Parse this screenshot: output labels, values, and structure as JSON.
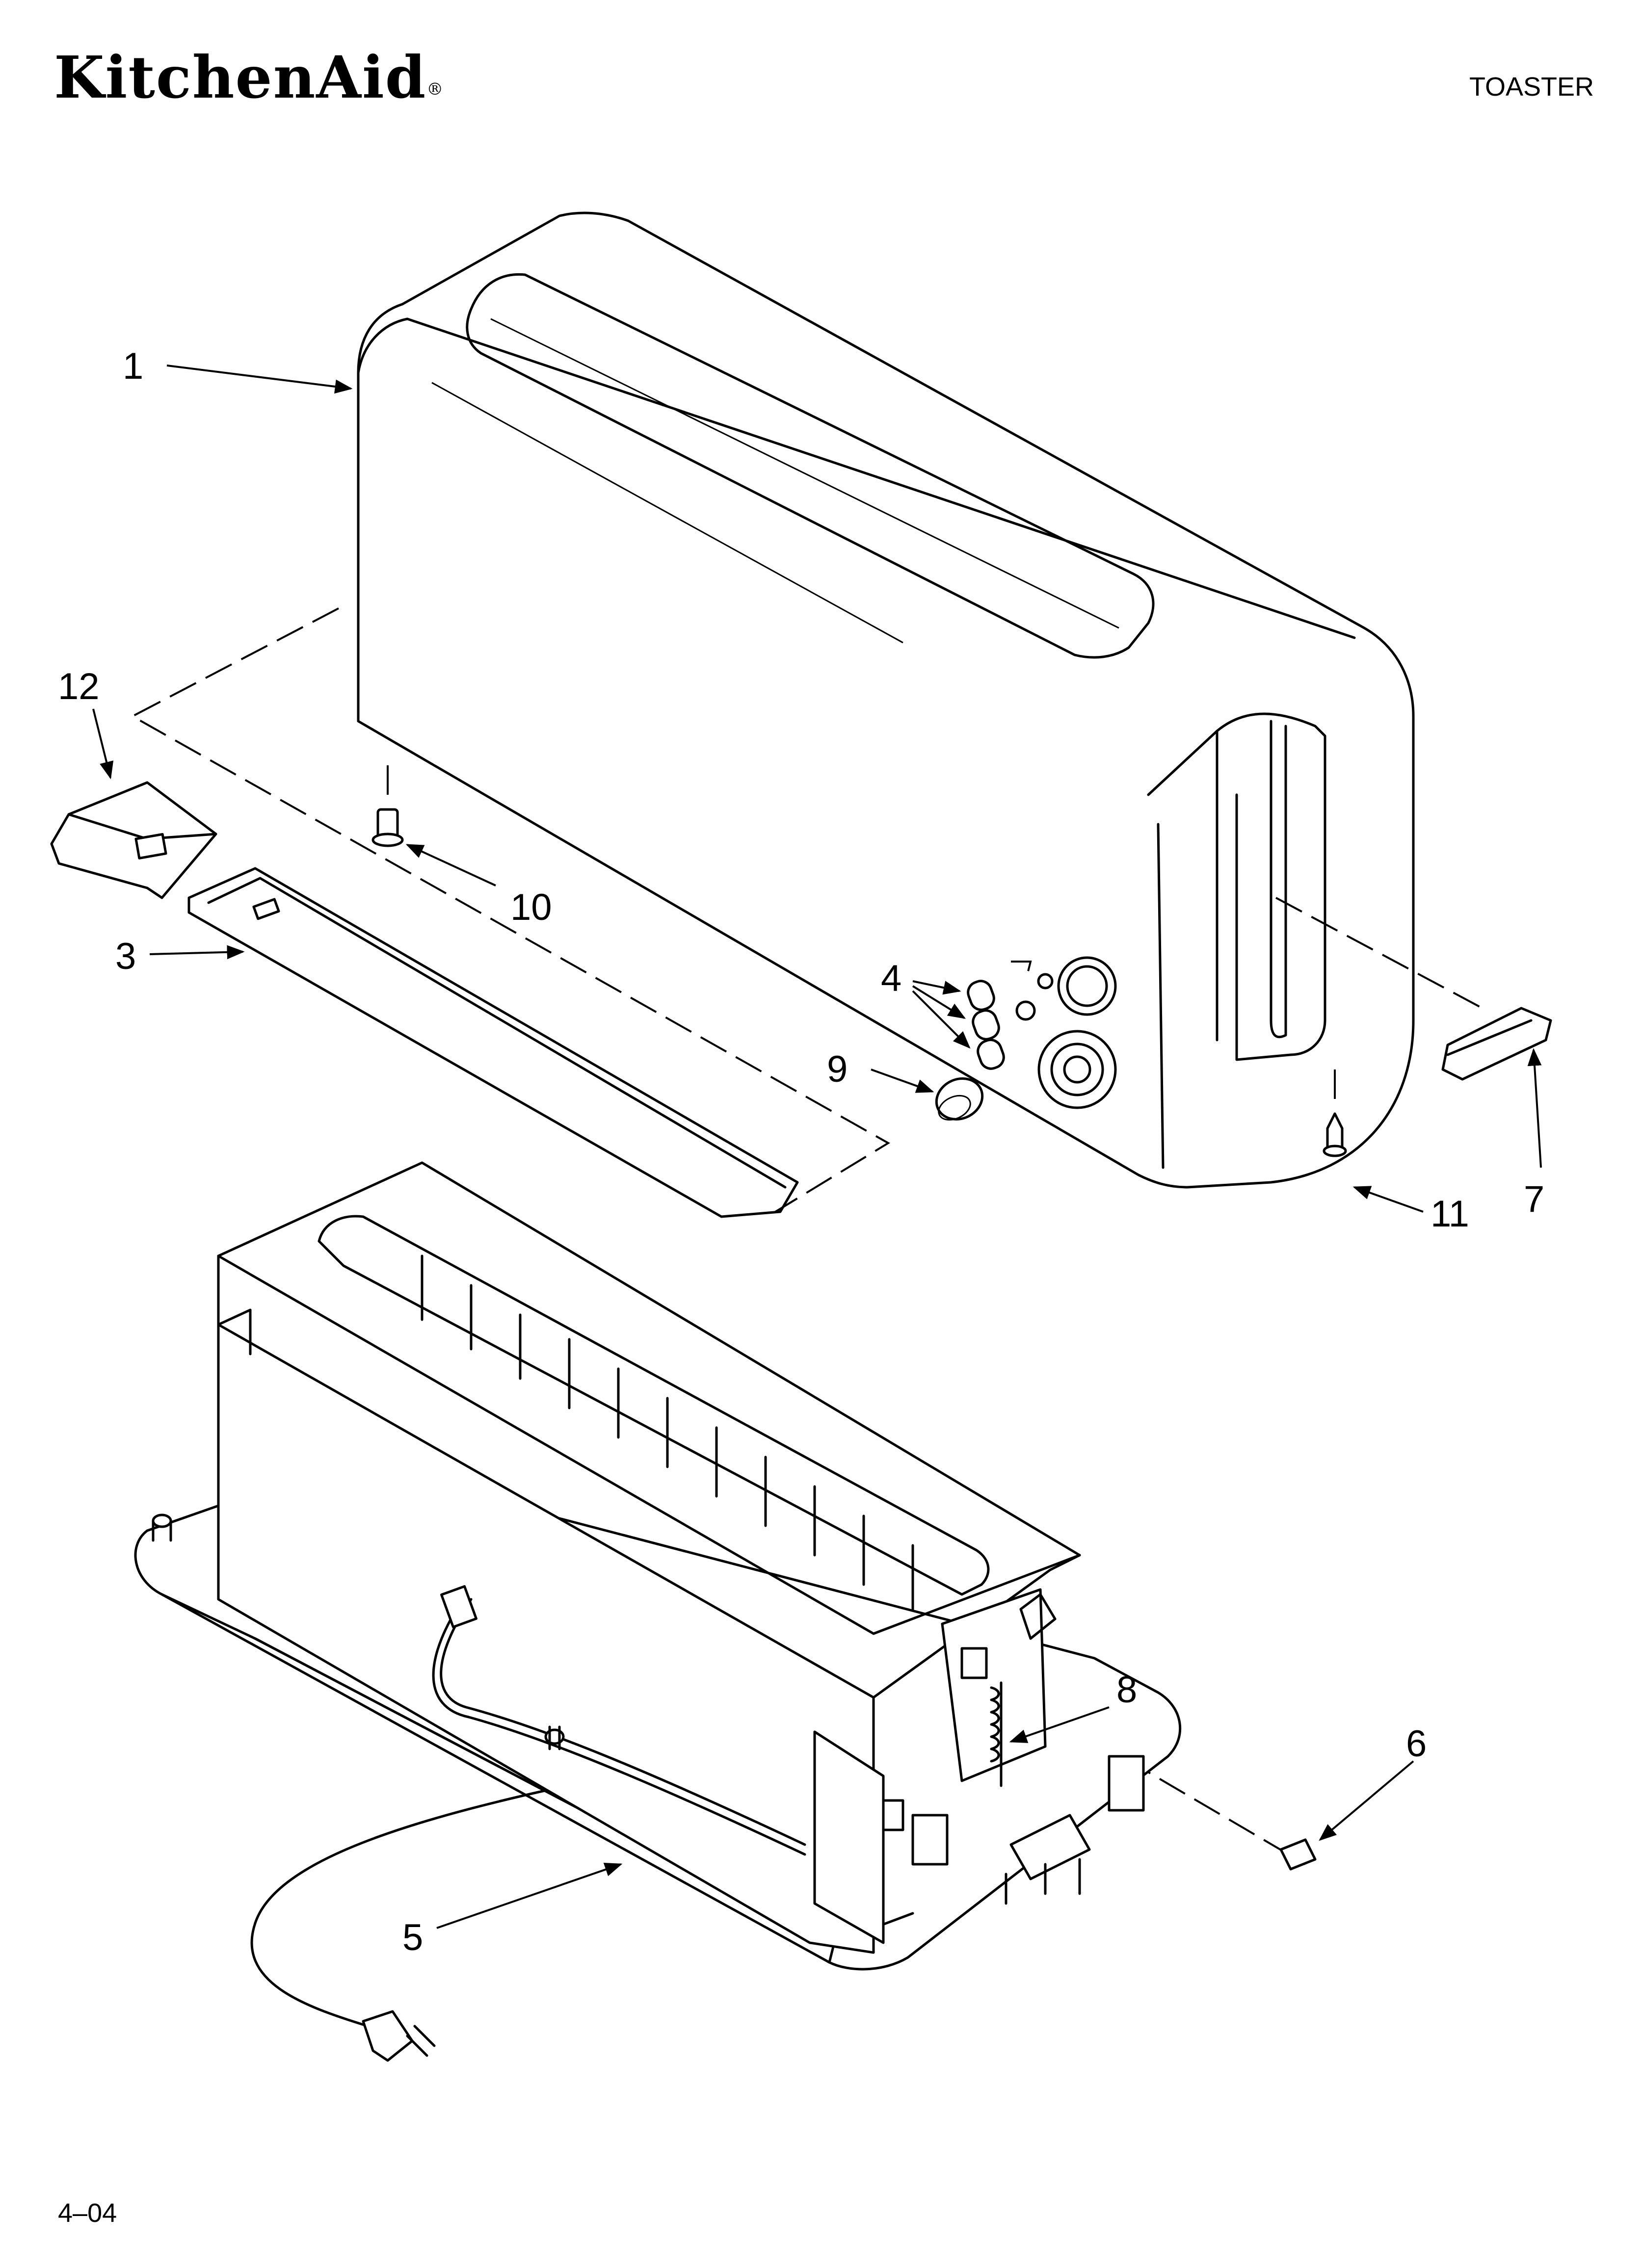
{
  "header": {
    "brand": "KitchenAid",
    "brand_mark": "®",
    "section_title": "TOASTER"
  },
  "footer": {
    "code": "4–04"
  },
  "callouts": {
    "c1": "1",
    "c3": "3",
    "c4": "4",
    "c5": "5",
    "c6": "6",
    "c7": "7",
    "c8": "8",
    "c9": "9",
    "c10": "10",
    "c11": "11",
    "c12": "12"
  }
}
